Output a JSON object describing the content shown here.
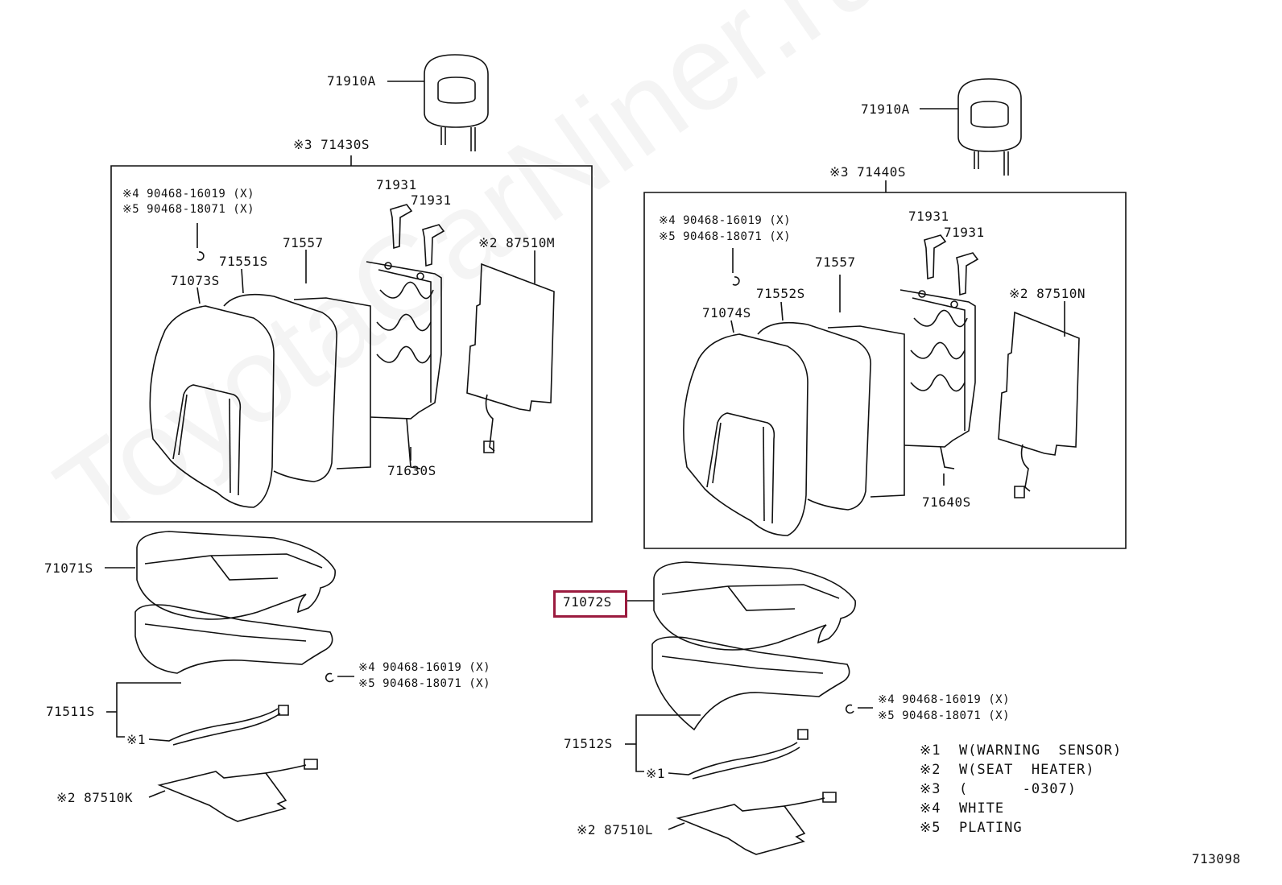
{
  "watermark": "ToyotaCarNiner.ru",
  "drawing_number": "713098",
  "left_assembly": {
    "headrest": "71910A",
    "back_assy": "※3 71430S",
    "clip_note_4": "※4 90468-16019 (X)",
    "clip_note_5": "※5 90468-18071 (X)",
    "pad_a": "71931",
    "pad_b": "71931",
    "board": "71557",
    "cover_back": "71073S",
    "pad_back": "71551S",
    "heater_back": "※2 87510M",
    "frame": "71630S",
    "cushion_cover": "71071S",
    "cushion_clip_4": "※4  90468-16019 (X)",
    "cushion_clip_5": "※5  90468-18071 (X)",
    "cushion_pad": "71511S",
    "sensor": "※1",
    "heater_cushion": "※2 87510K"
  },
  "right_assembly": {
    "headrest": "71910A",
    "back_assy": "※3 71440S",
    "clip_note_4": "※4 90468-16019 (X)",
    "clip_note_5": "※5 90468-18071 (X)",
    "pad_a": "71931",
    "pad_b": "71931",
    "board": "71557",
    "cover_back": "71074S",
    "pad_back": "71552S",
    "heater_back": "※2 87510N",
    "frame": "71640S",
    "cushion_cover": "71072S",
    "cushion_clip_4": "※4  90468-16019 (X)",
    "cushion_clip_5": "※5  90468-18071 (X)",
    "cushion_pad": "71512S",
    "sensor": "※1",
    "heater_cushion": "※2 87510L"
  },
  "legend": [
    "※1  W(WARNING  SENSOR)",
    "※2  W(SEAT  HEATER)",
    "※3  (      -0307)",
    "※4  WHITE",
    "※5  PLATING"
  ],
  "highlight_color": "#9b1b3f"
}
